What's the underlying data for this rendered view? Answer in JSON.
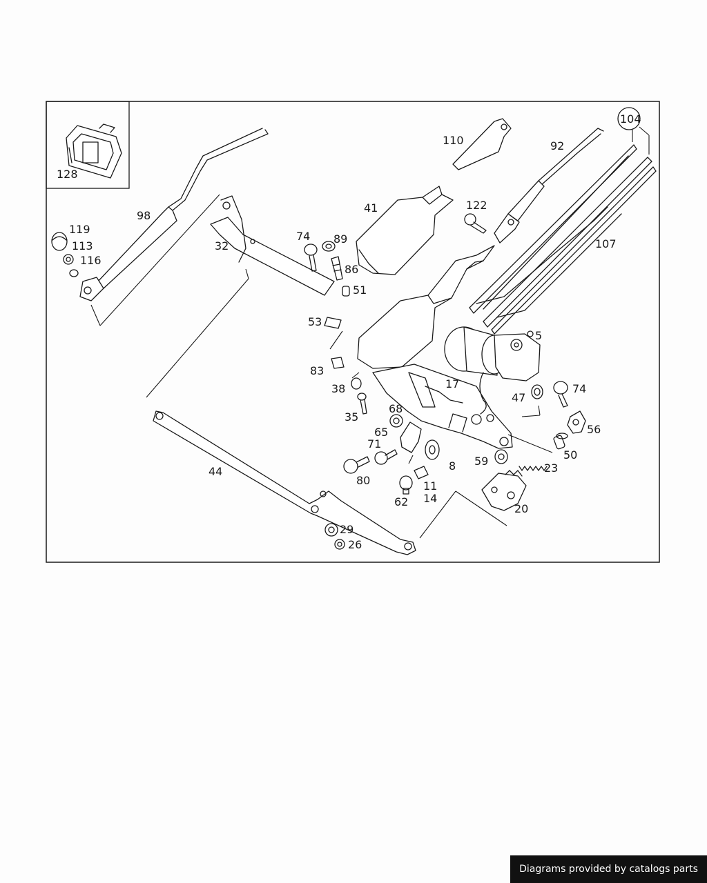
{
  "diagram": {
    "labels": {
      "p128": "128",
      "p98": "98",
      "p119": "119",
      "p113": "113",
      "p116": "116",
      "p32": "32",
      "p74a": "74",
      "p89": "89",
      "p86": "86",
      "p51": "51",
      "p53": "53",
      "p83": "83",
      "p38": "38",
      "p35": "35",
      "p41": "41",
      "p110": "110",
      "p122": "122",
      "p92": "92",
      "p104": "104",
      "p107": "107",
      "p5": "5",
      "p17": "17",
      "p47": "47",
      "p74b": "74",
      "p56": "56",
      "p50": "50",
      "p68": "68",
      "p65": "65",
      "p71": "71",
      "p80": "80",
      "p8": "8",
      "p59": "59",
      "p23": "23",
      "p11": "11",
      "p14": "14",
      "p62": "62",
      "p20": "20",
      "p44": "44",
      "p29": "29",
      "p26": "26"
    }
  },
  "footer": {
    "credit": "Diagrams provided by catalogs parts"
  }
}
